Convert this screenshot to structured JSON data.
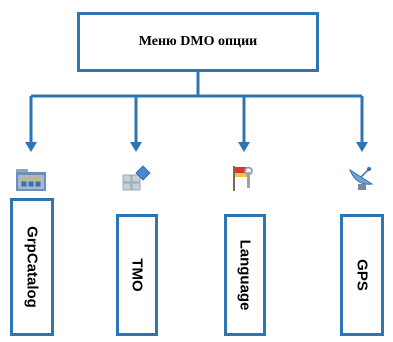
{
  "diagram": {
    "root": {
      "label": "Меню DMO опции"
    },
    "children": [
      {
        "label": "GrpCatalog",
        "icon": "folder-group-icon"
      },
      {
        "label": "TMO",
        "icon": "blocks-icon"
      },
      {
        "label": "Language",
        "icon": "flag-wrench-icon"
      },
      {
        "label": "GPS",
        "icon": "satellite-dish-icon"
      }
    ]
  },
  "colors": {
    "connector": "#2e75b6",
    "box_border": "#2e75b6"
  }
}
